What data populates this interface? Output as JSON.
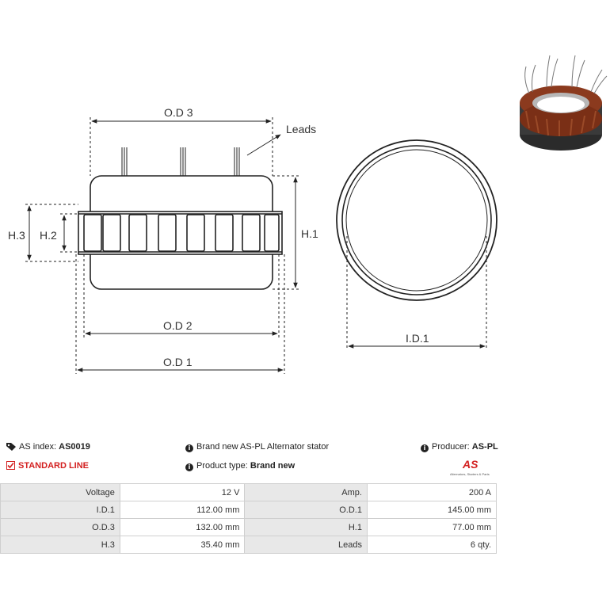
{
  "diagram": {
    "labels": {
      "od3": "O.D 3",
      "leads": "Leads",
      "h1": "H.1",
      "h2": "H.2",
      "h3": "H.3",
      "od2": "O.D 2",
      "od1": "O.D 1",
      "id1": "I.D.1"
    }
  },
  "info": {
    "as_index_label": "AS index:",
    "as_index_value": "AS0019",
    "description": "Brand new AS-PL Alternator stator",
    "producer_label": "Producer:",
    "producer_value": "AS-PL",
    "line": "STANDARD LINE",
    "product_type_label": "Product type:",
    "product_type_value": "Brand new",
    "logo_text": "AS",
    "logo_tagline": "Alternators, Starters & Parts"
  },
  "colors": {
    "accent": "#d32020",
    "stator_copper": "#8b3a1e",
    "table_header": "#e8e8e8"
  },
  "specs": [
    {
      "label_a": "Voltage",
      "value_a": "12 V",
      "label_b": "Amp.",
      "value_b": "200 A"
    },
    {
      "label_a": "I.D.1",
      "value_a": "112.00 mm",
      "label_b": "O.D.1",
      "value_b": "145.00 mm"
    },
    {
      "label_a": "O.D.3",
      "value_a": "132.00 mm",
      "label_b": "H.1",
      "value_b": "77.00 mm"
    },
    {
      "label_a": "H.3",
      "value_a": "35.40 mm",
      "label_b": "Leads",
      "value_b": "6 qty."
    }
  ]
}
